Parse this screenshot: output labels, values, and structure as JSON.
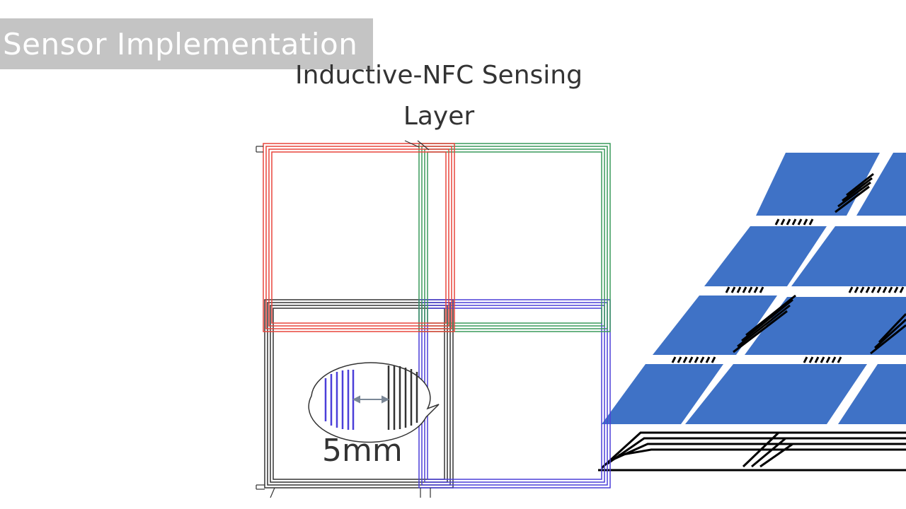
{
  "slide": {
    "section_title": "Sensor Implementation",
    "diagram_title": "Inductive-NFC Sensing Layer"
  },
  "inset": {
    "spacing_label": "5mm"
  },
  "colors": {
    "coil_red": "#e8453c",
    "coil_green": "#3a9a5b",
    "coil_blue": "#4b3fd9",
    "coil_black": "#333333",
    "tile_blue": "#3f72c6"
  },
  "icons": {
    "spacing_arrow": "double-headed-arrow-icon"
  }
}
